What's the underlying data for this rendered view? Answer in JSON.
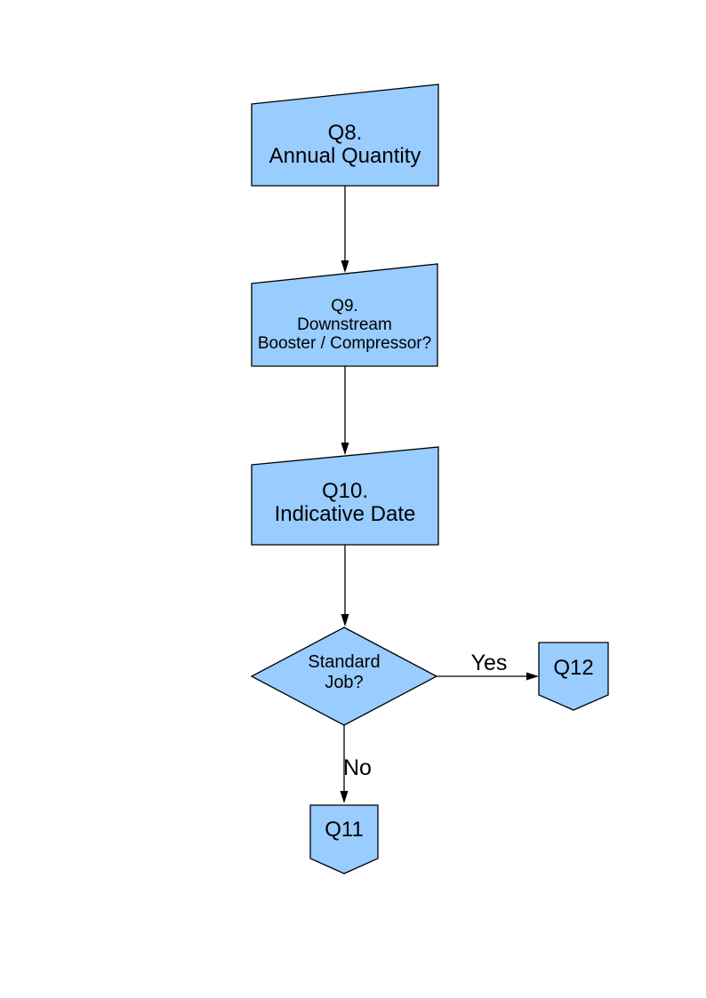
{
  "colors": {
    "shape_fill": "#99CCFF",
    "shape_stroke": "#000000",
    "connector": "#000000",
    "text": "#000000",
    "page_background": "#FFFFFF"
  },
  "flowchart": {
    "nodes": {
      "q8": {
        "shape": "manual-input",
        "lines": [
          "Q8.",
          "Annual Quantity"
        ]
      },
      "q9": {
        "shape": "manual-input",
        "lines": [
          "Q9.",
          "Downstream",
          "Booster / Compressor?"
        ]
      },
      "q10": {
        "shape": "manual-input",
        "lines": [
          "Q10.",
          "Indicative Date"
        ]
      },
      "standard_job": {
        "shape": "decision",
        "lines": [
          "Standard",
          "Job?"
        ]
      },
      "q12": {
        "shape": "off-page-connector",
        "lines": [
          "Q12"
        ]
      },
      "q11": {
        "shape": "off-page-connector",
        "lines": [
          "Q11"
        ]
      }
    },
    "edge_labels": {
      "yes": "Yes",
      "no": "No"
    }
  }
}
